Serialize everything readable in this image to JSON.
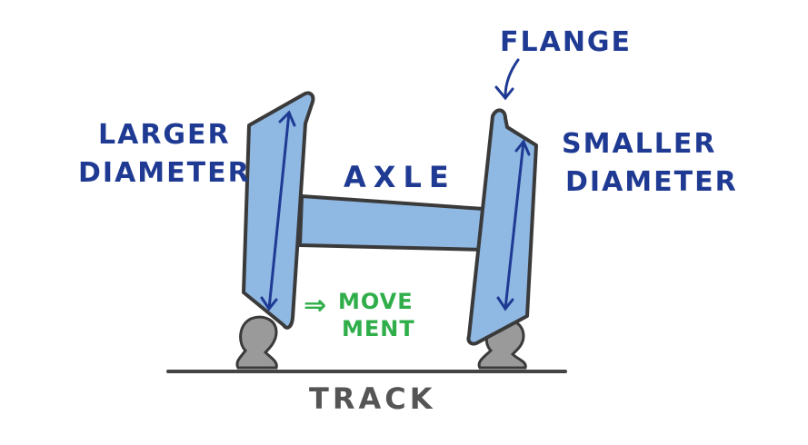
{
  "labels": {
    "flange": "FLANGE",
    "larger_line1": "LARGER",
    "larger_line2": "DIAMETER",
    "axle": "AXLE",
    "smaller_line1": "SMALLER",
    "smaller_line2": "DIAMETER",
    "movement_arrow": "⇒",
    "movement_line1": "MOVE",
    "movement_line2": "MENT",
    "track": "TRACK"
  },
  "colors": {
    "wheel_fill": "#8fb8e3",
    "outline": "#3a3a3a",
    "arrow": "#1f3a93",
    "label_blue": "#1f3a93",
    "label_green": "#2fae4a",
    "rail_fill": "#9a9a9a",
    "track_line": "#444444",
    "track_label": "#555555"
  }
}
